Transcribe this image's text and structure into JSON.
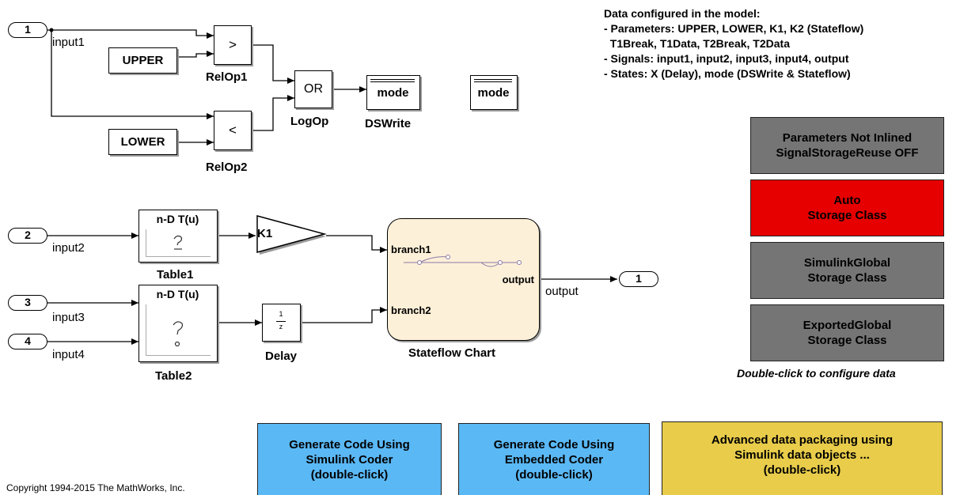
{
  "info": {
    "title": "Data configured in the model:",
    "lines": [
      "- Parameters: UPPER, LOWER, K1, K2 (Stateflow)",
      "  T1Break, T1Data, T2Break, T2Data",
      "- Signals: input1, input2, input3, input4, output",
      "- States: X (Delay), mode (DSWrite & Stateflow)"
    ]
  },
  "ports": {
    "in1": "1",
    "in2": "2",
    "in3": "3",
    "in4": "4",
    "out1": "1"
  },
  "signals": {
    "input1": "input1",
    "input2": "input2",
    "input3": "input3",
    "input4": "input4",
    "output": "output"
  },
  "blocks": {
    "upper": "UPPER",
    "lower": "LOWER",
    "relop1_sym": ">",
    "relop2_sym": "<",
    "relop1_name": "RelOp1",
    "relop2_name": "RelOp2",
    "logop_sym": "OR",
    "logop_name": "LogOp",
    "dswrite_sym": "mode",
    "dswrite_name": "DSWrite",
    "dsmem_sym": "mode",
    "table1_sym": "n-D T(u)",
    "table1_name": "Table1",
    "table2_sym": "n-D T(u)",
    "table2_name": "Table2",
    "gain_sym": "K1",
    "delay_num": "1",
    "delay_den": "z",
    "delay_name": "Delay",
    "chart_in1": "branch1",
    "chart_in2": "branch2",
    "chart_out": "output",
    "chart_name": "Stateflow Chart"
  },
  "config_buttons": {
    "params": "Parameters Not Inlined\nSignalStorageReuse OFF",
    "auto": "Auto\nStorage Class",
    "simulink_global": "SimulinkGlobal\nStorage Class",
    "exported_global": "ExportedGlobal\nStorage Class",
    "hint": "Double-click to configure data"
  },
  "action_buttons": {
    "simulink_coder": "Generate Code Using\nSimulink Coder\n(double-click)",
    "embedded_coder": "Generate Code Using\nEmbedded Coder\n(double-click)",
    "advanced": "Advanced data packaging using\nSimulink data objects ...\n(double-click)"
  },
  "copyright": "Copyright 1994-2015 The MathWorks, Inc.",
  "colors": {
    "gray_btn": "#757575",
    "red_btn": "#e60000",
    "blue_btn": "#5ab8f5",
    "yellow_btn": "#e8cc4a",
    "chart_fill": "#fdf0d8"
  }
}
